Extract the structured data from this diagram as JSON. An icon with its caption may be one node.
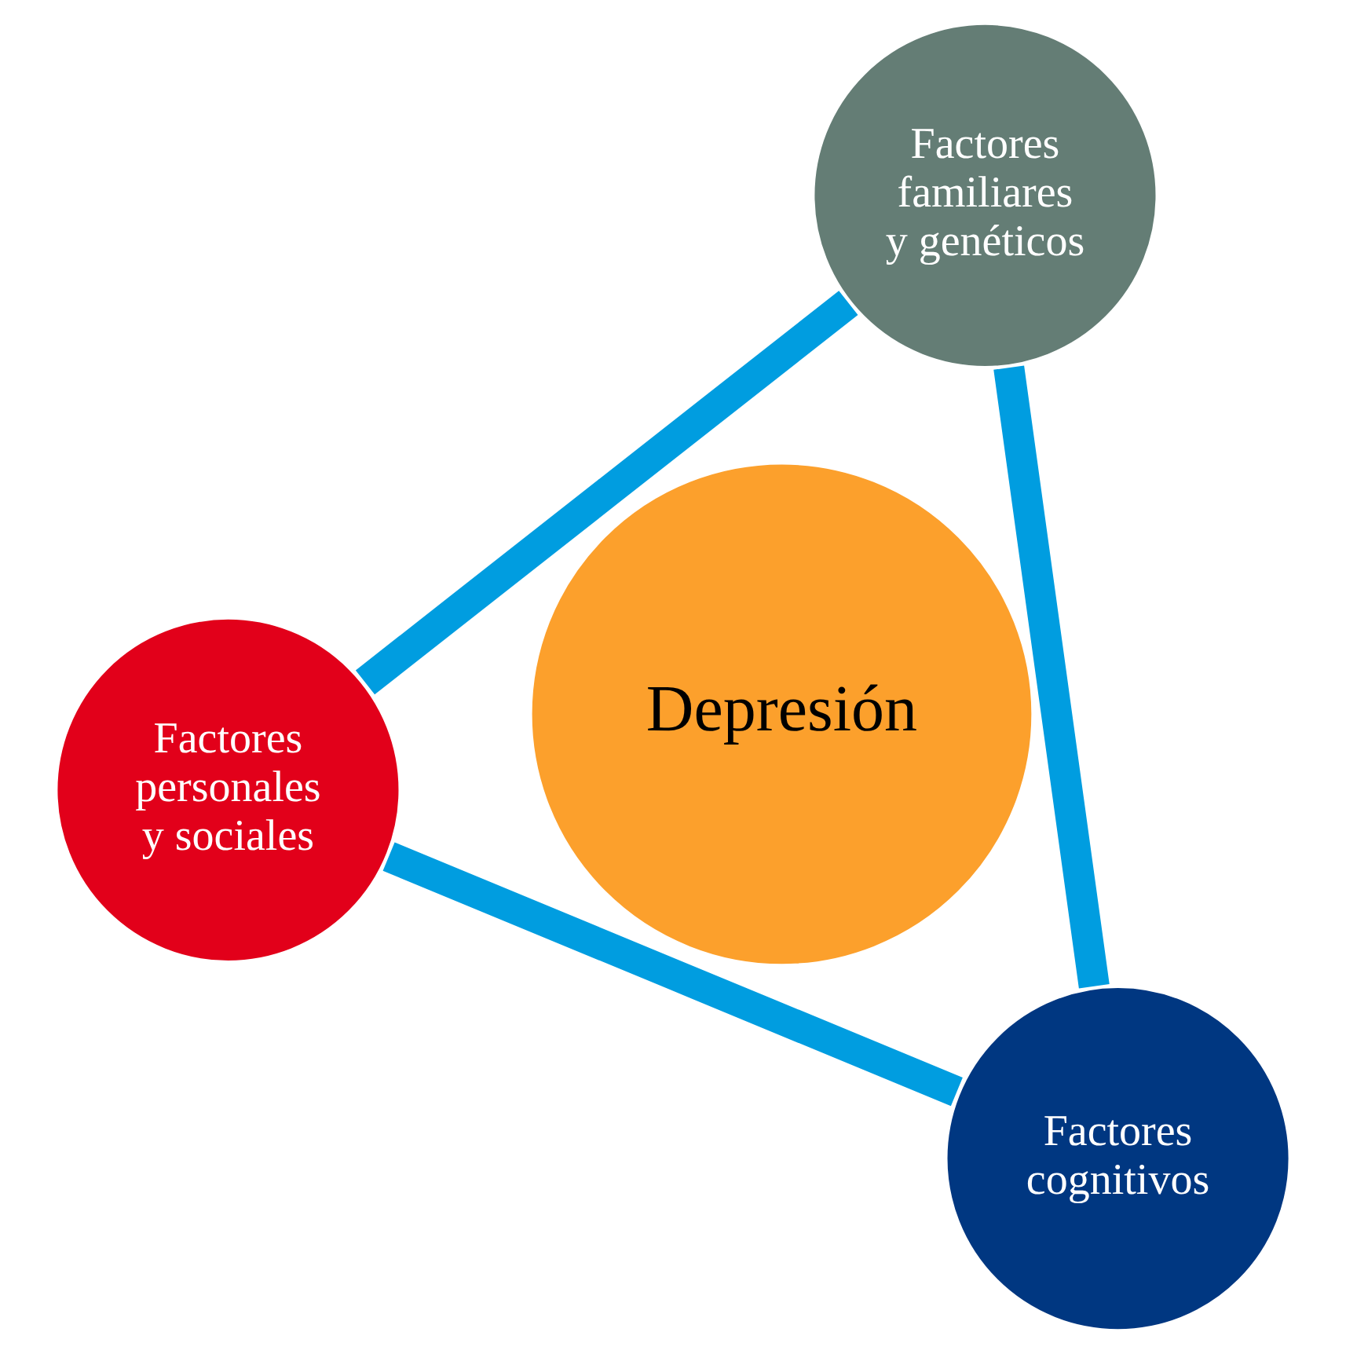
{
  "diagram": {
    "nodes": [
      {
        "text": [
          "Factores personales y sociales"
        ]
      },
      {
        "text": [
          "Depresión"
        ]
      },
      {
        "text": [
          "Factores cognitivos"
        ]
      },
      {
        "text": [
          "Factores familiares y genéticos"
        ]
      }
    ],
    "edges": [
      {
        "from": 0,
        "to": 3,
        "arrow": "none"
      },
      {
        "from": 3,
        "to": 2,
        "arrow": "none"
      },
      {
        "from": 2,
        "to": 0,
        "arrow": "none"
      }
    ]
  }
}
